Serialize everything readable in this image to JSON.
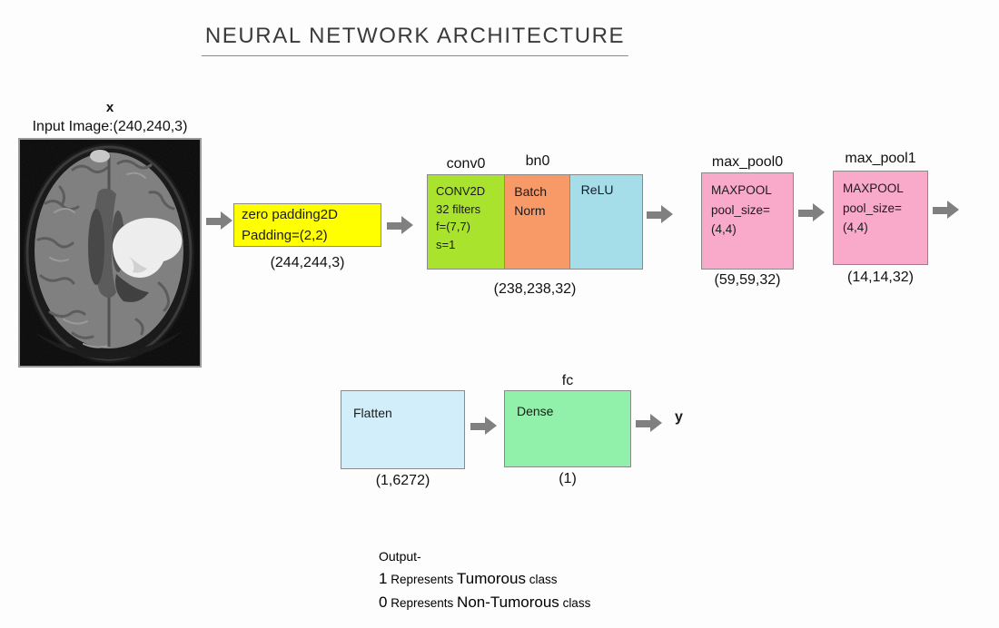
{
  "title": "NEURAL NETWORK ARCHITECTURE",
  "colors": {
    "arrow": "#808080",
    "zero_padding_bg": "#FFFF00",
    "conv_bg": "#A9E32E",
    "bn_bg": "#F79A68",
    "relu_bg": "#A5DDE9",
    "maxpool_bg": "#F9A9CA",
    "flatten_bg": "#D2EEFA",
    "dense_bg": "#91F0A9"
  },
  "input": {
    "variable": "x",
    "caption": "Input Image:(240,240,3)",
    "image": "axial-brain-mri-with-bright-tumor-right-hemisphere"
  },
  "zero_padding": {
    "line1": "zero padding2D",
    "line2": "Padding=(2,2)",
    "shape": "(244,244,3)"
  },
  "conv_block": {
    "conv_label": "conv0",
    "bn_label": "bn0",
    "conv_lines": [
      "CONV2D",
      "32 filters",
      "f=(7,7)",
      "s=1"
    ],
    "bn_lines": [
      "Batch",
      "Norm"
    ],
    "relu_text": "ReLU",
    "shape": "(238,238,32)"
  },
  "maxpool0": {
    "label": "max_pool0",
    "lines": [
      "MAXPOOL",
      "pool_size=",
      "(4,4)"
    ],
    "shape": "(59,59,32)"
  },
  "maxpool1": {
    "label": "max_pool1",
    "lines": [
      "MAXPOOL",
      "pool_size=",
      "(4,4)"
    ],
    "shape": "(14,14,32)"
  },
  "flatten": {
    "text": "Flatten",
    "shape": "(1,6272)"
  },
  "dense": {
    "label": "fc",
    "text": "Dense",
    "shape": "(1)"
  },
  "output_variable": "y",
  "legend": {
    "header": "Output-",
    "rows": [
      {
        "digit": "1",
        "mid": "Represents",
        "cls": "Tumorous",
        "tail": "class"
      },
      {
        "digit": "0",
        "mid": "Represents",
        "cls": "Non-Tumorous",
        "tail": "class"
      }
    ]
  }
}
